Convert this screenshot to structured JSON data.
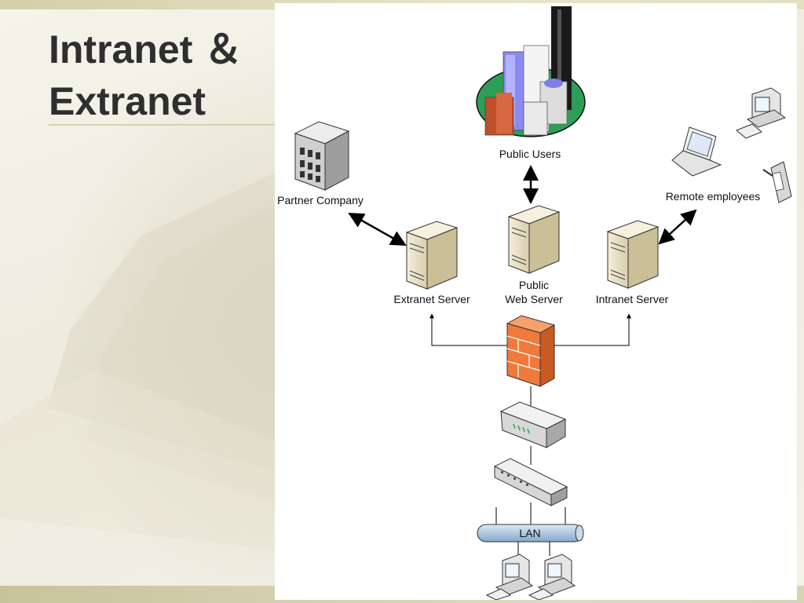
{
  "slide": {
    "title_line1": "Intranet ＆",
    "title_line2": "Extranet"
  },
  "diagram": {
    "labels": {
      "public_users": "Public Users",
      "partner_company": "Partner Company",
      "remote_employees": "Remote employees",
      "extranet_server": "Extranet Server",
      "public_web_server_line1": "Public",
      "public_web_server_line2": "Web Server",
      "intranet_server": "Intranet Server",
      "lan": "LAN"
    }
  },
  "colors": {
    "background": "#f2f0e4",
    "accent_bar": "#d4cfa8",
    "title_text": "#2f2f2f",
    "firewall": "#f07a3c",
    "city_base": "#2e9e57",
    "lan_bus": "#a9c3df",
    "server_body": "#e9e1c7"
  }
}
